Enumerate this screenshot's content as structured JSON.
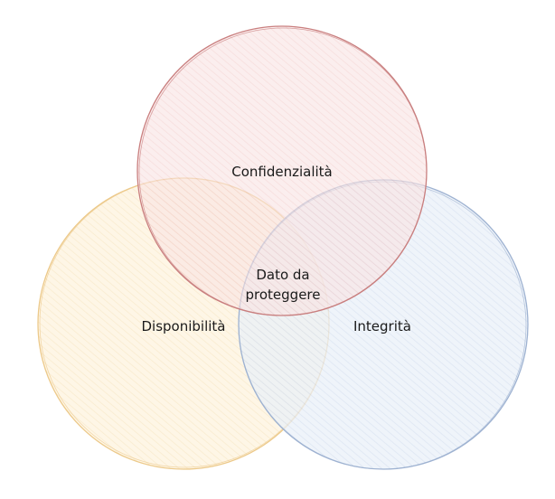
{
  "diagram": {
    "sets": [
      {
        "id": "confidenzialita",
        "label": "Confidenzialità",
        "stroke": "#c97f7f",
        "fill": "#f6d3d1",
        "hatch": "#e9aaa7"
      },
      {
        "id": "disponibilita",
        "label": "Disponibilità",
        "stroke": "#ecc98a",
        "fill": "#fbeccc",
        "hatch": "#f2d6a0"
      },
      {
        "id": "integrita",
        "label": "Integrità",
        "stroke": "#9eb2d1",
        "fill": "#dde7f4",
        "hatch": "#b9cbe4"
      }
    ],
    "center": {
      "line1": "Dato da",
      "line2": "proteggere"
    }
  }
}
